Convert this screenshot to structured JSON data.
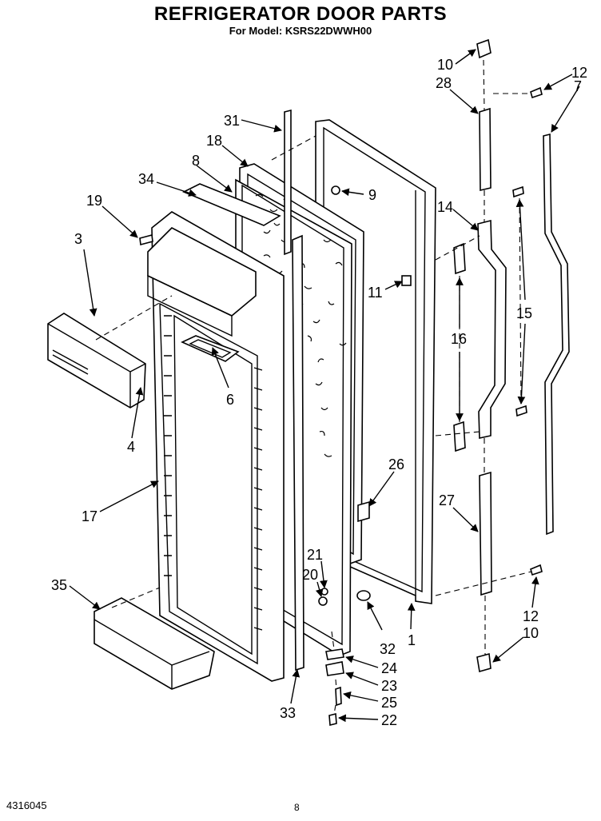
{
  "title": "REFRIGERATOR DOOR PARTS",
  "subtitle": "For Model: KSRS22DWWH00",
  "footer": {
    "doc_number": "4316045",
    "page": "8"
  },
  "callouts": [
    "1",
    "3",
    "4",
    "6",
    "7",
    "8",
    "9",
    "10",
    "10",
    "11",
    "12",
    "12",
    "14",
    "15",
    "16",
    "17",
    "18",
    "19",
    "20",
    "21",
    "22",
    "23",
    "24",
    "25",
    "26",
    "27",
    "28",
    "31",
    "32",
    "33",
    "34",
    "35"
  ]
}
